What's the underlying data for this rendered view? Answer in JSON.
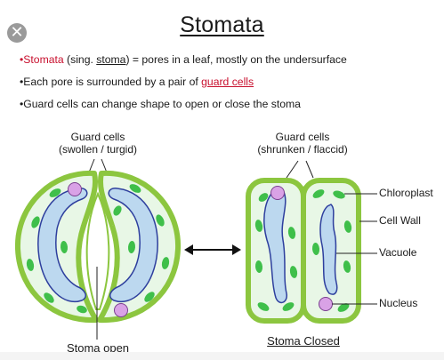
{
  "ui": {
    "close_glyph": "✕"
  },
  "title": "Stomata",
  "bullets": {
    "b1": {
      "marker": "•",
      "term": "Stomata",
      "mid": " (sing. ",
      "term2": "stoma",
      "rest": ") = pores in a leaf, mostly on the undersurface"
    },
    "b2": {
      "marker": "•",
      "pre": "Each pore is surrounded by a pair of ",
      "term": "guard cells"
    },
    "b3": {
      "marker": "•",
      "text": "Guard cells can change shape to open or close the stoma"
    }
  },
  "open_cells": {
    "label_line1": "Guard cells",
    "label_line2": "(swollen / turgid)",
    "caption": "Stoma open"
  },
  "closed_cells": {
    "label_line1": "Guard cells",
    "label_line2": "(shrunken / flaccid)",
    "caption": "Stoma Closed"
  },
  "parts": {
    "chloroplast": "Chloroplast",
    "cell_wall": "Cell Wall",
    "vacuole": "Vacuole",
    "nucleus": "Nucleus"
  },
  "colors": {
    "cell_wall": "#8cc63f",
    "cytoplasm": "#e8f7e6",
    "vacuole": "#bcd8ef",
    "vacuole_outline": "#2e3f9e",
    "chloroplast": "#3fbf4a",
    "nucleus": "#d9a2e6",
    "accent_red": "#c8102e"
  },
  "icons": {
    "arrow": "double-arrow-icon",
    "close": "close-icon"
  }
}
